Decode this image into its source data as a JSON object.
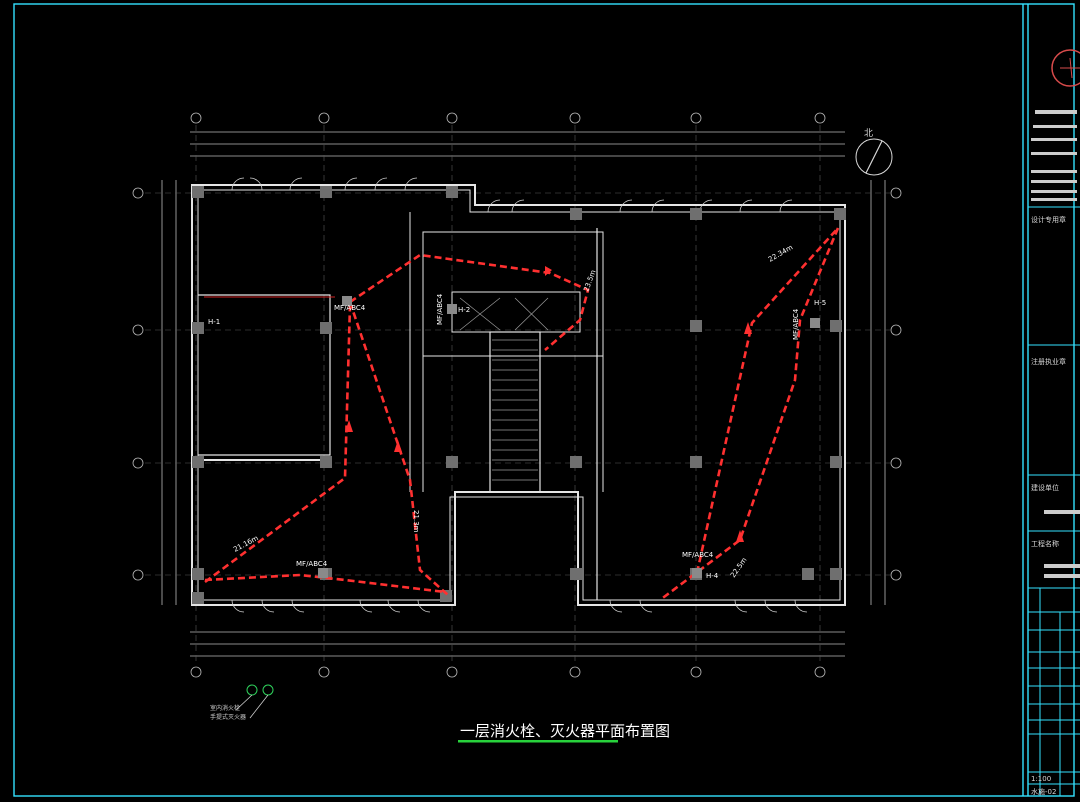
{
  "colors": {
    "frame": "#34e2ff",
    "wall": "#e6e6e6",
    "route": "#ff3030",
    "underline": "#28d23c",
    "column": "#7d7d7d",
    "dim": "#b9b9b9"
  },
  "drawing": {
    "title": "一层消火栓、灭火器平面布置图",
    "hydrant_labels": [
      "H-1",
      "H-2",
      "H-4",
      "H-5"
    ],
    "extinguisher_labels": [
      "MF/ABC4",
      "MF/ABC4",
      "MF/ABC4",
      "MF/ABC4",
      "MF/ABC4"
    ],
    "route_lengths": [
      "22.34m",
      "23.5m",
      "21.3m",
      "21.16m",
      "22.5m"
    ],
    "legend": [
      "室内消火栓",
      "手提式灭火器"
    ],
    "north_label": "北"
  },
  "title_block": {
    "design_section": "设计专用章",
    "review_section": "注册执业章",
    "client_section": "建设单位",
    "project_section": "工程名称",
    "scale": "1:100",
    "sheet_no": "水施-02"
  }
}
